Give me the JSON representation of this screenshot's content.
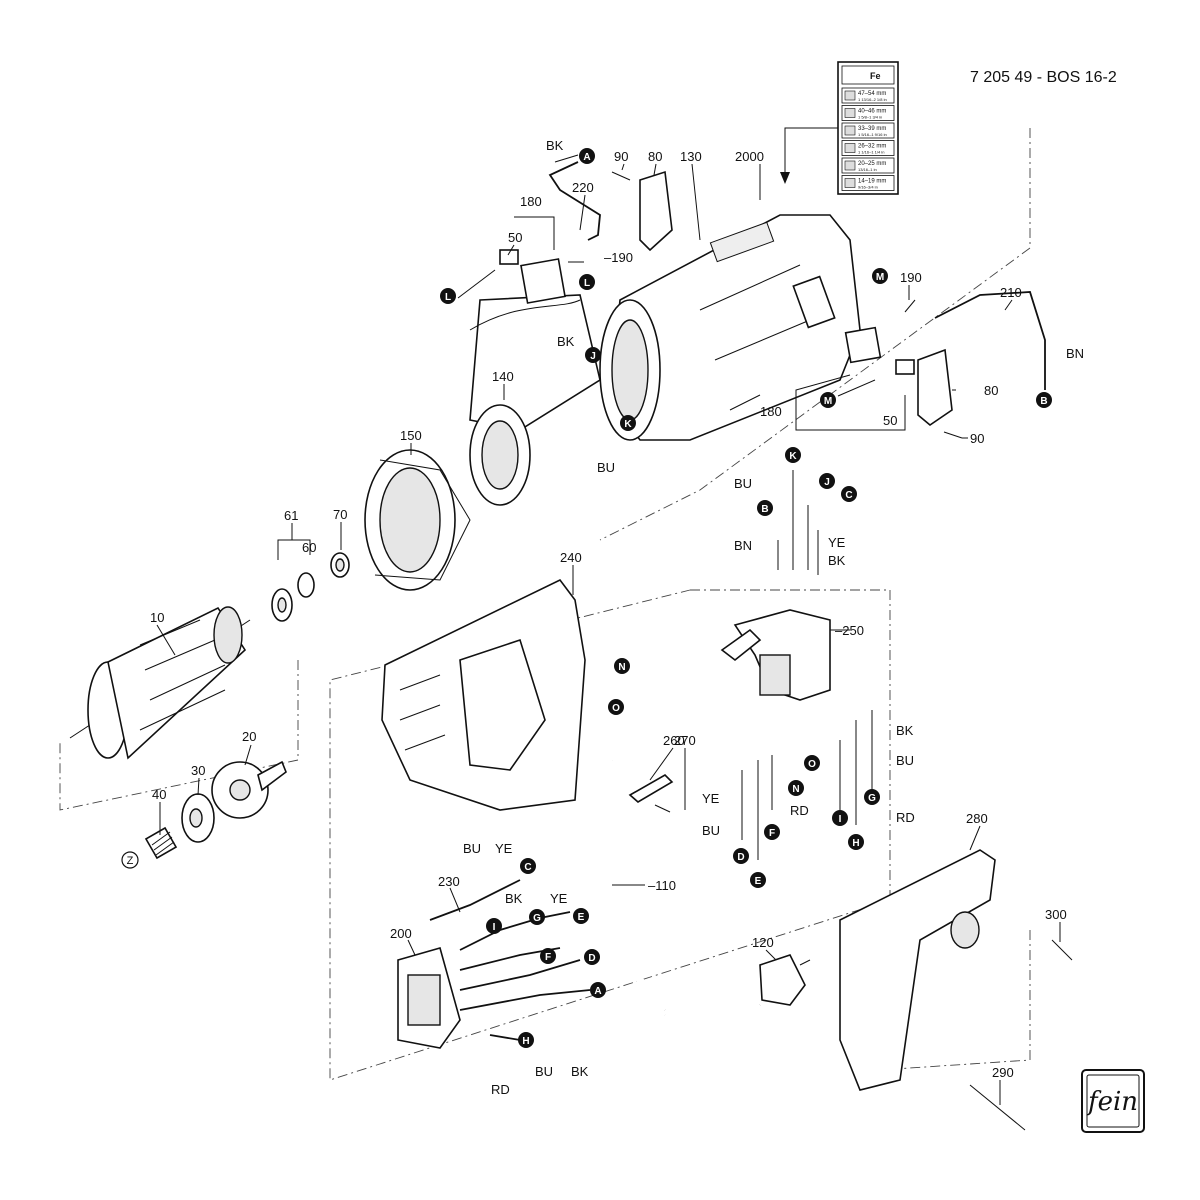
{
  "title": "7 205 49 - BOS 16-2",
  "label_chart": {
    "header": "Fe",
    "rows": [
      {
        "mm": "47–54 mm",
        "inch": "1 13/16–2 1/8 in"
      },
      {
        "mm": "40–46 mm",
        "inch": "1 5/8–1 3/4 in"
      },
      {
        "mm": "33–39 mm",
        "inch": "1 5/16–1 9/16 in"
      },
      {
        "mm": "26–32 mm",
        "inch": "1 1/16–1 1/4 in"
      },
      {
        "mm": "20–25 mm",
        "inch": "13/16–1 in"
      },
      {
        "mm": "14–19 mm",
        "inch": "9/16–3/4 in"
      }
    ]
  },
  "part_numbers": {
    "p10": "10",
    "p20": "20",
    "p30": "30",
    "p40": "40",
    "p50a": "50",
    "p50b": "50",
    "p60": "60",
    "p61": "61",
    "p70": "70",
    "p80a": "80",
    "p80b": "80",
    "p90a": "90",
    "p90b": "90",
    "p110": "–110",
    "p120": "120",
    "p130": "130",
    "p140": "140",
    "p150": "150",
    "p180a": "180",
    "p180b": "180",
    "p190a": "–190",
    "p190b": "190",
    "p200": "200",
    "p210": "210",
    "p220": "220",
    "p230": "230",
    "p240": "240",
    "p250": "–250",
    "p260": "260",
    "p270": "270",
    "p280": "280",
    "p290": "290",
    "p300": "300",
    "p2000": "2000"
  },
  "wire_colors": {
    "bk": "BK",
    "bu": "BU",
    "bn": "BN",
    "ye": "YE",
    "rd": "RD"
  },
  "markers": {
    "a": "A",
    "b": "B",
    "c": "C",
    "d": "D",
    "e": "E",
    "f": "F",
    "g": "G",
    "h": "H",
    "i": "I",
    "j": "J",
    "k": "K",
    "l": "L",
    "m": "M",
    "n": "N",
    "o": "O",
    "z": "Z"
  },
  "logo": "fein"
}
